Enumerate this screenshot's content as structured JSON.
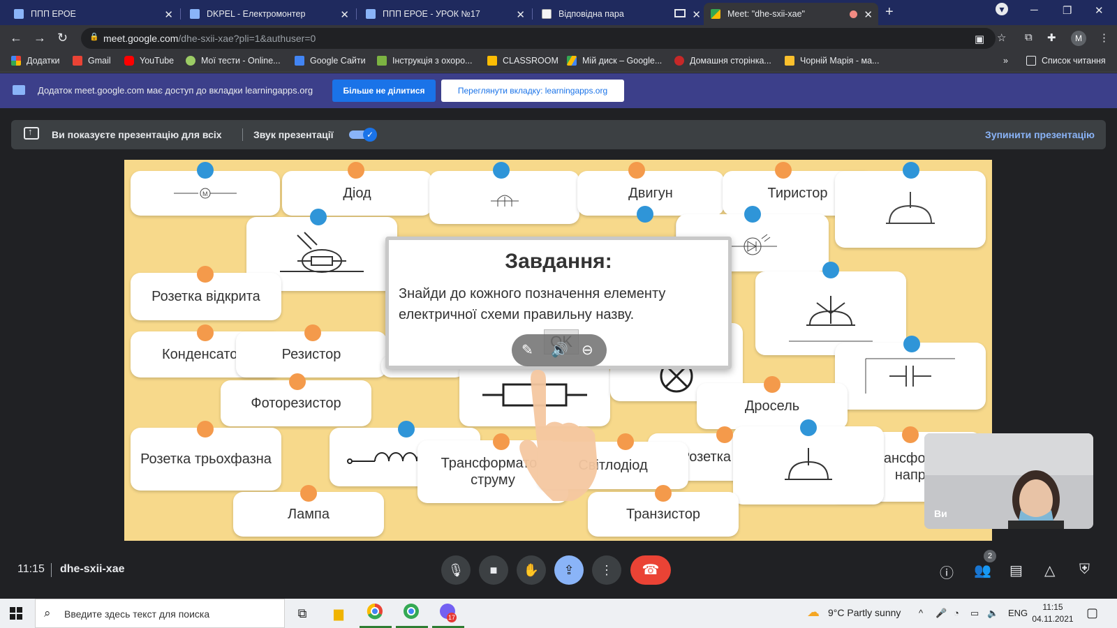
{
  "browser": {
    "tabs": [
      {
        "title": "ППП ЕРОЕ",
        "icon": "classroom-icon"
      },
      {
        "title": "DKPEL - Електромонтер",
        "icon": "classroom-icon"
      },
      {
        "title": "ППП ЕРОЕ - УРОК №17",
        "icon": "classroom-icon"
      },
      {
        "title": "Відповідна пара",
        "icon": "learningapps-icon"
      },
      {
        "title": "Meet: \"dhe-sxii-xae\"",
        "icon": "meet-icon",
        "active": true
      }
    ],
    "url_host": "meet.google.com",
    "url_path": "/dhe-sxii-xae?pli=1&authuser=0",
    "profile_initial": "M",
    "bookmarks": [
      "Додатки",
      "Gmail",
      "YouTube",
      "Мої тести - Online...",
      "Google Сайти",
      "Інструкція з охоро...",
      "CLASSROOM",
      "Мій диск – Google...",
      "Домашня сторінка...",
      "Чорній Марія - ма..."
    ],
    "reading_list": "Список читання",
    "overflow": "»"
  },
  "infobar": {
    "message": "Додаток meet.google.com має доступ до вкладки learningapps.org",
    "stop_sharing": "Більше не ділитися",
    "view_tab": "Переглянути вкладку: learningapps.org"
  },
  "presenting": {
    "label": "Ви показуєте презентацію для всіх",
    "sound_label": "Звук презентації",
    "sound_on": true,
    "stop": "Зупинити презентацію"
  },
  "exercise": {
    "labels": {
      "diode": "Діод",
      "motor": "Двигун",
      "thyristor": "Тиристор",
      "socket_open": "Розетка відкрита",
      "capacitor": "Конденсатор",
      "resistor": "Резистор",
      "photoresistor": "Фоторезистор",
      "choke": "Дросель",
      "socket_3ph": "Розетка трьохфазна",
      "current_transformer": "Трансформатор струму",
      "led": "Світлодіод",
      "socket_closed": "Розетка закрита",
      "voltage_transformer": "Трансформатор напруги",
      "lamp": "Лампа",
      "transistor": "Транзистор"
    },
    "dialog": {
      "title": "Завдання:",
      "text": "Знайди до кожного позначення елементу електричної схеми правильну назву.",
      "ok": "OK"
    },
    "colors": {
      "background": "#f7d98b",
      "symbol_dot": "#2f95d8",
      "label_dot": "#f49a4b"
    }
  },
  "self_view": {
    "label": "Ви"
  },
  "meet_bar": {
    "time": "11:15",
    "meeting_code": "dhe-sxii-xae",
    "participants_count": "2"
  },
  "taskbar": {
    "search_placeholder": "Введите здесь текст для поиска",
    "chrome_badge": "17",
    "weather": "9°C  Partly sunny",
    "language": "ENG",
    "time": "11:15",
    "date": "04.11.2021"
  }
}
